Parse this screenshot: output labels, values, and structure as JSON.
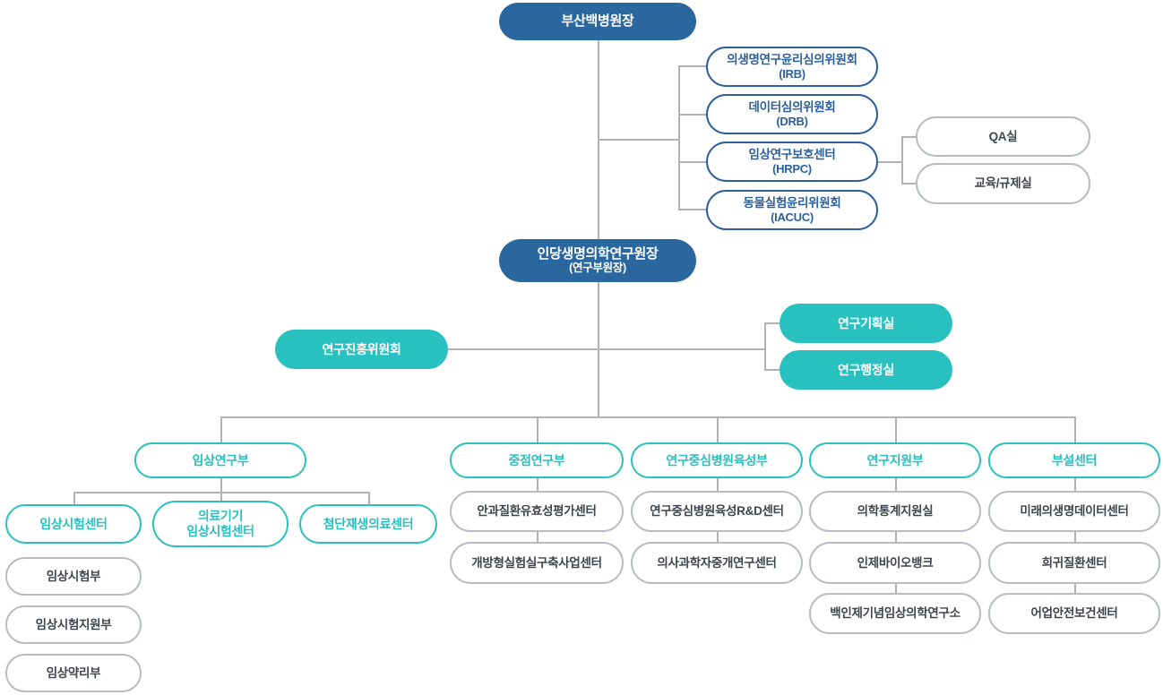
{
  "colors": {
    "navy": "#2b679f",
    "navy_border": "#2b5f9e",
    "teal": "#29c0c0",
    "gray_border": "#b7bcc2",
    "text_dark": "#3f454d",
    "line": "#b0b2b4"
  },
  "nodes": {
    "hospital_director": {
      "label": "부산백병원장"
    },
    "irb": {
      "label": "의생명연구윤리심의위원회",
      "sub": "(IRB)"
    },
    "drb": {
      "label": "데이터심의위원회",
      "sub": "(DRB)"
    },
    "hrpc": {
      "label": "임상연구보호센터",
      "sub": "(HRPC)"
    },
    "iacuc": {
      "label": "동물실험윤리위원회",
      "sub": "(IACUC)"
    },
    "qa": {
      "label": "QA실"
    },
    "edu": {
      "label": "교육/규제실"
    },
    "research_director": {
      "label": "인당생명의학연구원장",
      "sub": "(연구부원장)"
    },
    "promotion_committee": {
      "label": "연구진흥위원회"
    },
    "planning_office": {
      "label": "연구기획실"
    },
    "admin_office": {
      "label": "연구행정실"
    },
    "dept_clinical": {
      "label": "임상연구부"
    },
    "dept_core": {
      "label": "중점연구부"
    },
    "dept_hospital": {
      "label": "연구중심병원육성부"
    },
    "dept_support": {
      "label": "연구지원부"
    },
    "dept_affiliated": {
      "label": "부설센터"
    },
    "clinical_trial_center": {
      "label": "임상시험센터"
    },
    "device_trial_center": {
      "label": "의료기기",
      "sub": "임상시험센터"
    },
    "regen_center": {
      "label": "첨단재생의료센터"
    },
    "trial_dept": {
      "label": "임상시험부"
    },
    "trial_support_dept": {
      "label": "임상시험지원부"
    },
    "pharmacology_dept": {
      "label": "임상약리부"
    },
    "ophthal_center": {
      "label": "안과질환유효성평가센터"
    },
    "open_lab_center": {
      "label": "개방형실험실구축사업센터"
    },
    "rnd_center": {
      "label": "연구중심병원육성R&D센터"
    },
    "physician_scientist_center": {
      "label": "의사과학자중개연구센터"
    },
    "biostat_office": {
      "label": "의학통계지원실"
    },
    "inje_biobank": {
      "label": "인제바이오뱅크"
    },
    "paik_institute": {
      "label": "백인제기념임상의학연구소"
    },
    "future_data_center": {
      "label": "미래의생명데이터센터"
    },
    "rare_disease_center": {
      "label": "희귀질환센터"
    },
    "fishery_center": {
      "label": "어업안전보건센터"
    }
  },
  "edges": [
    [
      "hospital_director",
      "irb"
    ],
    [
      "hospital_director",
      "drb"
    ],
    [
      "hospital_director",
      "hrpc"
    ],
    [
      "hospital_director",
      "iacuc"
    ],
    [
      "hrpc",
      "qa"
    ],
    [
      "hrpc",
      "edu"
    ],
    [
      "hospital_director",
      "research_director"
    ],
    [
      "research_director",
      "promotion_committee"
    ],
    [
      "research_director",
      "planning_office"
    ],
    [
      "research_director",
      "admin_office"
    ],
    [
      "research_director",
      "dept_clinical"
    ],
    [
      "research_director",
      "dept_core"
    ],
    [
      "research_director",
      "dept_hospital"
    ],
    [
      "research_director",
      "dept_support"
    ],
    [
      "research_director",
      "dept_affiliated"
    ],
    [
      "dept_clinical",
      "clinical_trial_center"
    ],
    [
      "dept_clinical",
      "device_trial_center"
    ],
    [
      "dept_clinical",
      "regen_center"
    ],
    [
      "dept_core",
      "ophthal_center"
    ],
    [
      "ophthal_center",
      "open_lab_center"
    ],
    [
      "dept_hospital",
      "rnd_center"
    ],
    [
      "rnd_center",
      "physician_scientist_center"
    ],
    [
      "dept_support",
      "biostat_office"
    ],
    [
      "biostat_office",
      "inje_biobank"
    ],
    [
      "inje_biobank",
      "paik_institute"
    ],
    [
      "dept_affiliated",
      "future_data_center"
    ],
    [
      "future_data_center",
      "rare_disease_center"
    ],
    [
      "rare_disease_center",
      "fishery_center"
    ]
  ]
}
